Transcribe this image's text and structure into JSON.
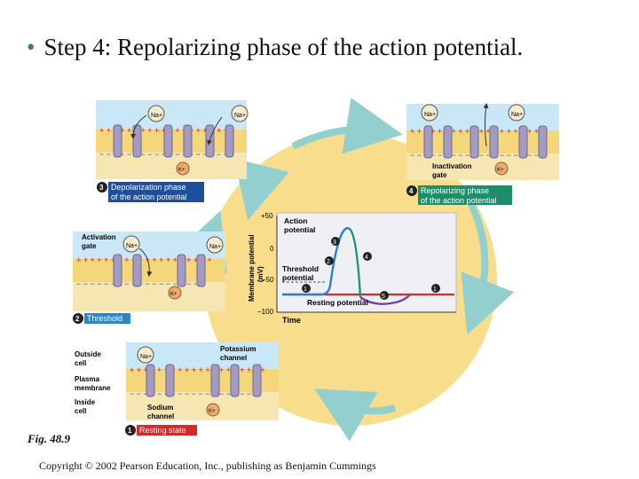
{
  "slide": {
    "title": "Step 4: Repolarizing phase of the action potential.",
    "figure_label": "Fig. 48.9",
    "copyright": "Copyright © 2002 Pearson Education, Inc., publishing as Benjamin Cummings"
  },
  "ions": {
    "sodium": "Na+",
    "potassium": "K+"
  },
  "steps": [
    {
      "number": "1",
      "label": "Resting state",
      "color": "#d42a2a"
    },
    {
      "number": "2",
      "label": "Threshold",
      "color": "#2e86c8"
    },
    {
      "number": "3",
      "label": "Depolarization phase of the action potential",
      "line1": "Depolarization phase",
      "line2": "of the action potential",
      "color": "#1f4f9c"
    },
    {
      "number": "4",
      "label": "Repolarizing phase of the action potential",
      "line1": "Repolarizing phase",
      "line2": "of the action potential",
      "color": "#1c8f6a"
    }
  ],
  "membrane_labels": {
    "outside_cell": [
      "Outside",
      "cell"
    ],
    "plasma_membrane": [
      "Plasma",
      "membrane"
    ],
    "inside_cell": [
      "Inside",
      "cell"
    ],
    "potassium_channel": [
      "Potassium",
      "channel"
    ],
    "sodium_channel": [
      "Sodium",
      "channel"
    ],
    "activation_gate": [
      "Activation",
      "gate"
    ],
    "inactivation_gate": [
      "Inactivation",
      "gate"
    ]
  },
  "graph": {
    "y_label_line1": "Membrane potential",
    "y_label_line2": "(mV)",
    "y_ticks": [
      "+50",
      "0",
      "−50",
      "−100"
    ],
    "x_label": "Time",
    "action_potential_label": [
      "Action",
      "potential"
    ],
    "threshold_label": [
      "Threshold",
      "potential"
    ],
    "resting_label": "Resting potential",
    "markers": [
      "1",
      "2",
      "3",
      "4",
      "5",
      "1"
    ]
  },
  "colors": {
    "background_circle": "#f8dd8c",
    "arrow": "#93cfcf",
    "membrane": "#f3d77a",
    "outside_fluid": "#c9e7f6",
    "channel": "#a39bc2",
    "plus_sign": "#d02020",
    "curve_blue": "#2f7fd0",
    "curve_green": "#199a6a",
    "curve_purple": "#7a3aa6",
    "resting_line": "#d42a2a"
  }
}
